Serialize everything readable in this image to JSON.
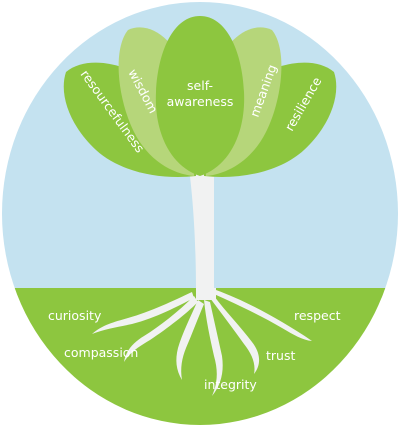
{
  "petals": {
    "resourcefulness": "resourcefulness",
    "wisdom": "wisdom",
    "self_awareness_line1": "self-",
    "self_awareness_line2": "awareness",
    "meaning": "meaning",
    "resilience": "resilience"
  },
  "roots": {
    "curiosity": "curiosity",
    "compassion": "compassion",
    "integrity": "integrity",
    "trust": "trust",
    "respect": "respect"
  },
  "colors": {
    "sky": "#c4e2f0",
    "ground": "#8dc63f",
    "petal_light": "#b6d67a",
    "petal_mid": "#9cc95c",
    "petal_dark": "#8dc63f",
    "stem": "#f1f2f2"
  }
}
